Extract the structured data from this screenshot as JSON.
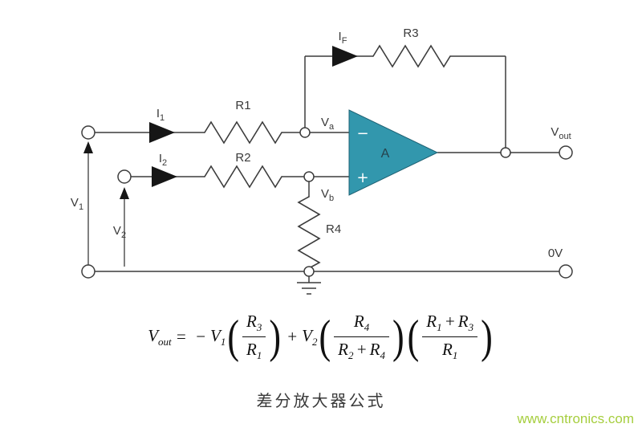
{
  "diagram": {
    "colors": {
      "wire": "#3c3c3c",
      "opamp_fill": "#3297ad",
      "arrow": "#161616"
    },
    "opamp": {
      "gain_label": "A",
      "inverting_label": "−",
      "noninverting_label": "+"
    },
    "resistors": {
      "r1": "R1",
      "r2": "R2",
      "r3": "R3",
      "r4": "R4"
    },
    "currents": {
      "i1": {
        "base": "I",
        "sub": "1"
      },
      "i2": {
        "base": "I",
        "sub": "2"
      },
      "if": {
        "base": "I",
        "sub": "F"
      }
    },
    "nodes": {
      "va": {
        "base": "V",
        "sub": "a"
      },
      "vb": {
        "base": "V",
        "sub": "b"
      }
    },
    "inputs": {
      "v1": {
        "base": "V",
        "sub": "1"
      },
      "v2": {
        "base": "V",
        "sub": "2"
      }
    },
    "output": {
      "base": "V",
      "sub": "out"
    },
    "ground_label": "0V"
  },
  "formula": {
    "lhs": {
      "base": "V",
      "sub": "out"
    },
    "equals": "=",
    "minus": "−",
    "plus": "+",
    "lparen": "(",
    "rparen": ")",
    "v1": {
      "base": "V",
      "sub": "1"
    },
    "v2": {
      "base": "V",
      "sub": "2"
    },
    "frac1": {
      "num": {
        "base": "R",
        "sub": "3"
      },
      "den": {
        "base": "R",
        "sub": "1"
      }
    },
    "frac2": {
      "num": {
        "base": "R",
        "sub": "4"
      },
      "den": {
        "a": {
          "base": "R",
          "sub": "2"
        },
        "op": "+",
        "b": {
          "base": "R",
          "sub": "4"
        }
      }
    },
    "frac3": {
      "num": {
        "a": {
          "base": "R",
          "sub": "1"
        },
        "op": "+",
        "b": {
          "base": "R",
          "sub": "3"
        }
      },
      "den": {
        "base": "R",
        "sub": "1"
      }
    }
  },
  "caption": "差分放大器公式",
  "watermark": {
    "text": "www.cntronics.com",
    "color": "#a6ce3e"
  }
}
